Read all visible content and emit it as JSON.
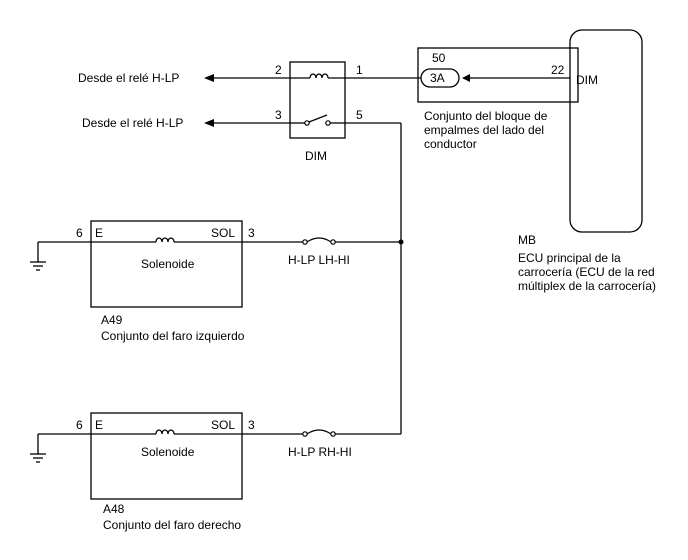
{
  "inputs": {
    "top_label": "Desde el relé H-LP",
    "bottom_label": "Desde el relé H-LP"
  },
  "dim_switch": {
    "label": "DIM",
    "pin_in_top": "2",
    "pin_in_bottom": "3",
    "pin_out_top": "1",
    "pin_out_bottom": "5"
  },
  "junction_block": {
    "pin_top": "50",
    "connector": "3A",
    "desc_line1": "Conjunto del bloque de",
    "desc_line2": "empalmes del lado del",
    "desc_line3": "conductor"
  },
  "body_ecu": {
    "pin": "22",
    "terminal": "DIM",
    "code": "MB",
    "desc_line1": "ECU principal de la",
    "desc_line2": "carrocería (ECU de la red",
    "desc_line3": "múltiplex de la carrocería)"
  },
  "left_headlamp": {
    "pin_e": "6",
    "term_e": "E",
    "term_sol": "SOL",
    "pin_sol": "3",
    "solenoid": "Solenoide",
    "fuse": "H-LP LH-HI",
    "code": "A49",
    "desc": "Conjunto del faro izquierdo"
  },
  "right_headlamp": {
    "pin_e": "6",
    "term_e": "E",
    "term_sol": "SOL",
    "pin_sol": "3",
    "solenoid": "Solenoide",
    "fuse": "H-LP RH-HI",
    "code": "A48",
    "desc": "Conjunto del faro derecho"
  }
}
